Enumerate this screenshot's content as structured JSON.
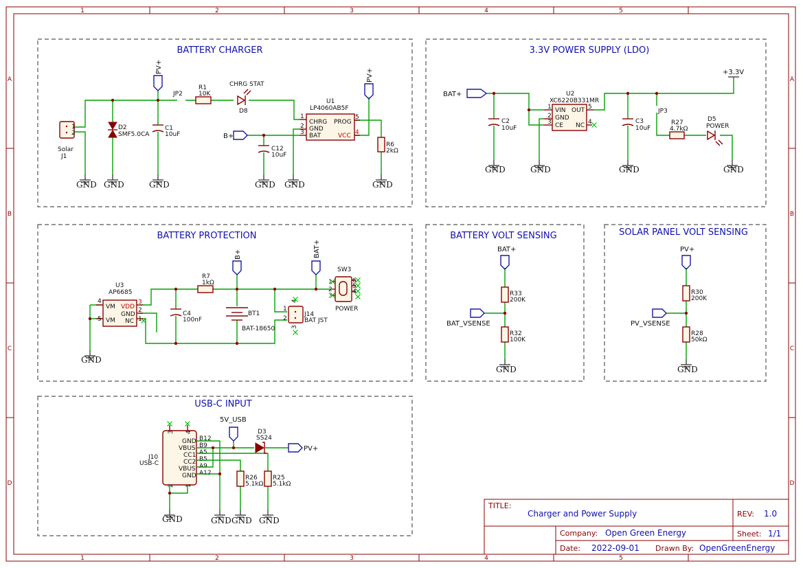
{
  "grid": {
    "columns": [
      "1",
      "2",
      "3",
      "4",
      "5"
    ],
    "rows": [
      "A",
      "B",
      "C",
      "D"
    ]
  },
  "sections": {
    "battery_charger": "BATTERY CHARGER",
    "ldo": "3.3V POWER SUPPLY (LDO)",
    "battery_protection": "BATTERY PROTECTION",
    "battery_volt_sensing": "BATTERY VOLT SENSING",
    "solar_volt_sensing": "SOLAR PANEL VOLT SENSING",
    "usbc_input": "USB-C INPUT"
  },
  "nets": {
    "pv_plus": "PV+",
    "bat_plus": "BAT+",
    "b_plus": "B+",
    "gnd": "GND",
    "v33": "+3.3V",
    "v5usb": "5V_USB",
    "bat_vsense": "BAT_VSENSE",
    "pv_vsense": "PV_VSENSE"
  },
  "components": {
    "j1": {
      "ref": "J1",
      "name": "Solar",
      "pins": [
        "1",
        "2"
      ]
    },
    "d2": {
      "ref": "D2",
      "value": "SMF5.0CA"
    },
    "c1": {
      "ref": "C1",
      "value": "10uF"
    },
    "jp2": {
      "ref": "JP2"
    },
    "r1": {
      "ref": "R1",
      "value": "10K"
    },
    "d8": {
      "ref": "D8",
      "label": "CHRG STAT"
    },
    "u1": {
      "ref": "U1",
      "value": "LP4060AB5F",
      "pins": {
        "chrg": "CHRG",
        "gnd": "GND",
        "bat": "BAT",
        "prog": "PROG",
        "vcc": "VCC"
      },
      "pin_numbers": [
        "1",
        "2",
        "3",
        "5",
        "4"
      ]
    },
    "c12": {
      "ref": "C12",
      "value": "10uF"
    },
    "r6": {
      "ref": "R6",
      "value": "2kΩ"
    },
    "c2": {
      "ref": "C2",
      "value": "10uF"
    },
    "u2": {
      "ref": "U2",
      "value": "XC6220B331MR",
      "pins": {
        "vin": "VIN",
        "out": "OUT",
        "gnd": "GND",
        "ce": "CE",
        "nc": "NC"
      },
      "pin_numbers": [
        "1",
        "5",
        "2",
        "3",
        "4"
      ]
    },
    "c3": {
      "ref": "C3",
      "value": "10uF"
    },
    "jp3": {
      "ref": "JP3"
    },
    "r27": {
      "ref": "R27",
      "value": "4.7kΩ"
    },
    "d5": {
      "ref": "D5",
      "label": "POWER"
    },
    "u3": {
      "ref": "U3",
      "value": "AP6685",
      "pins": {
        "vm1": "VM",
        "vm2": "VM",
        "vdd": "VDD",
        "gnd": "GND",
        "nc": "NC"
      },
      "pin_numbers": [
        "4",
        "5",
        "3",
        "2",
        "1"
      ]
    },
    "r7": {
      "ref": "R7",
      "value": "1kΩ"
    },
    "c4": {
      "ref": "C4",
      "value": "100nF"
    },
    "bt1": {
      "ref": "BT1",
      "value": "BAT-18650"
    },
    "j14": {
      "ref": "J14",
      "value": "BAT JST",
      "pins": [
        "1",
        "2"
      ],
      "mount": [
        "3",
        "4"
      ]
    },
    "sw3": {
      "ref": "SW3",
      "value": "POWER",
      "pins": [
        "1",
        "2",
        "3",
        "4",
        "5",
        "6"
      ]
    },
    "r33": {
      "ref": "R33",
      "value": "200K"
    },
    "r32": {
      "ref": "R32",
      "value": "100K"
    },
    "r30": {
      "ref": "R30",
      "value": "200K"
    },
    "r28": {
      "ref": "R28",
      "value": "50kΩ"
    },
    "j10": {
      "ref": "J10",
      "value": "USB-C",
      "pins": [
        "GND",
        "VBUS",
        "CC1",
        "CC2",
        "VBUS",
        "GND"
      ],
      "pin_numbers": [
        "B12",
        "B9",
        "A5",
        "B5",
        "A9",
        "A12"
      ],
      "mount": [
        "3",
        "4",
        "2",
        "1"
      ]
    },
    "d3": {
      "ref": "D3",
      "value": "SS24"
    },
    "r26": {
      "ref": "R26",
      "value": "5.1kΩ"
    },
    "r25": {
      "ref": "R25",
      "value": "5.1kΩ"
    }
  },
  "title_block": {
    "title_label": "TITLE:",
    "title": "Charger and Power Supply",
    "rev_label": "REV:",
    "rev": "1.0",
    "company_label": "Company:",
    "company": "Open Green Energy",
    "sheet_label": "Sheet:",
    "sheet": "1/1",
    "date_label": "Date:",
    "date": "2022-09-01",
    "drawn_label": "Drawn By:",
    "drawn": "OpenGreenEnergy"
  },
  "colors": {
    "frame": "#8b0000",
    "wire": "#00a000",
    "text_blue": "#1010b0",
    "port": "#1a1aa0"
  }
}
